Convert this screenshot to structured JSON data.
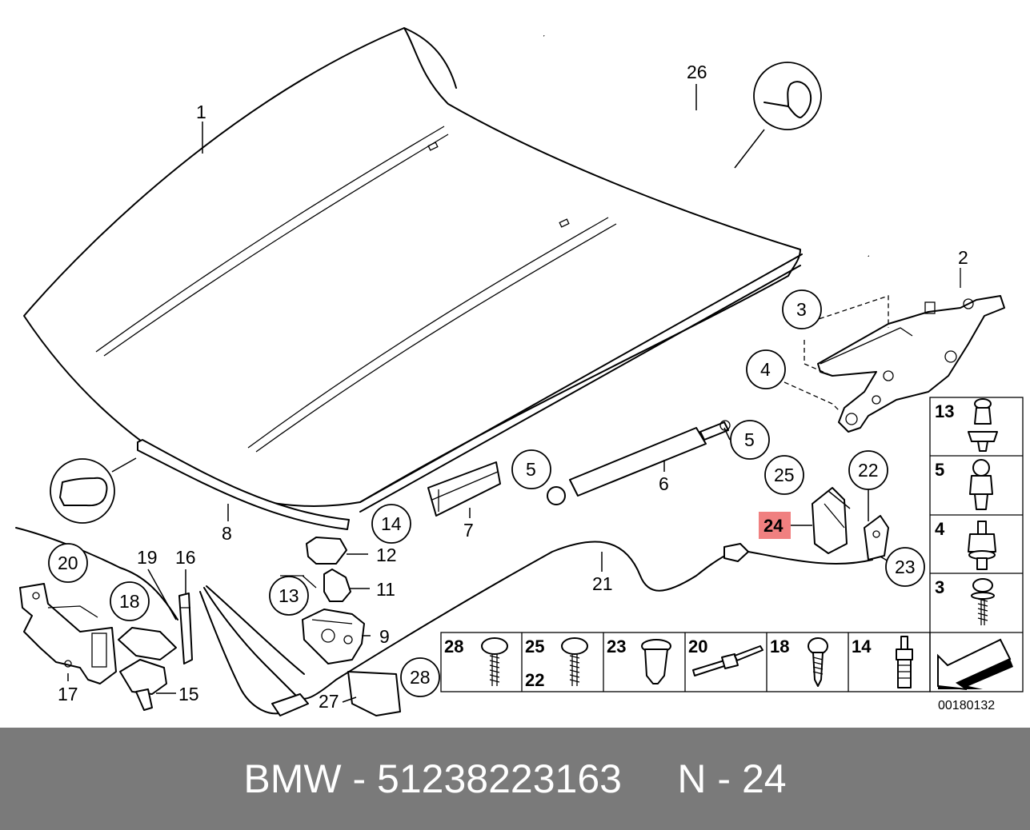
{
  "diagram": {
    "callouts": [
      "1",
      "2",
      "3",
      "4",
      "5",
      "5",
      "6",
      "7",
      "8",
      "9",
      "11",
      "12",
      "13",
      "14",
      "15",
      "16",
      "17",
      "18",
      "19",
      "20",
      "21",
      "22",
      "23",
      "24",
      "25",
      "26",
      "27",
      "28"
    ],
    "highlighted_callout": "24",
    "highlight_color": "#f08080",
    "legend": [
      {
        "labels": [
          "13"
        ],
        "part": "clip-rivet"
      },
      {
        "labels": [
          "5"
        ],
        "part": "ball-stud"
      },
      {
        "labels": [
          "4"
        ],
        "part": "hex-bolt-washer"
      },
      {
        "labels": [
          "3"
        ],
        "part": "screw-washer"
      },
      {
        "labels": [
          "28"
        ],
        "part": "pan-screw"
      },
      {
        "labels": [
          "25",
          "22"
        ],
        "part": "torx-screw"
      },
      {
        "labels": [
          "23"
        ],
        "part": "expanding-nut"
      },
      {
        "labels": [
          "20"
        ],
        "part": "cable-tie"
      },
      {
        "labels": [
          "18"
        ],
        "part": "self-tapping-screw"
      },
      {
        "labels": [
          "14"
        ],
        "part": "spreading-rivet"
      }
    ],
    "drawing_number": "00180132"
  },
  "footer": {
    "brand": "BMW",
    "separator": " - ",
    "part_number": "51238223163",
    "gap": "     ",
    "position_label": "N - 24",
    "background": "#7a7a7a"
  }
}
